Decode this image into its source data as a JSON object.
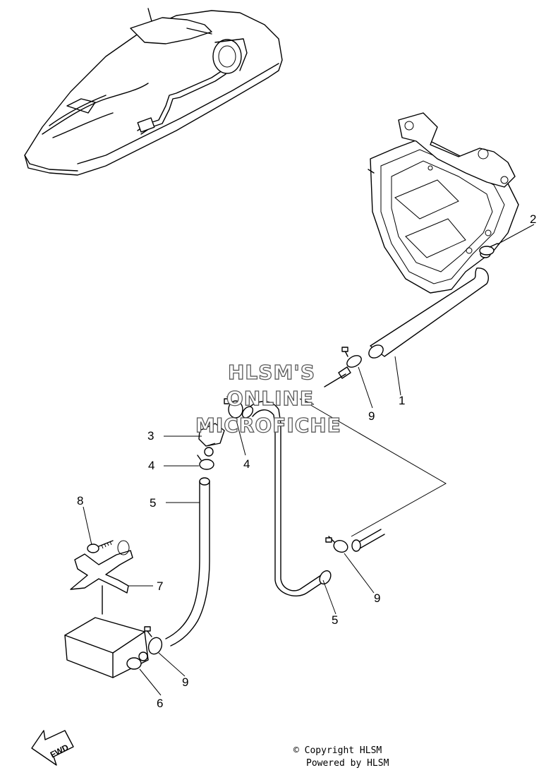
{
  "callouts": [
    {
      "id": "1",
      "label": "1"
    },
    {
      "id": "2",
      "label": "2"
    },
    {
      "id": "3",
      "label": "3"
    },
    {
      "id": "4a",
      "label": "4"
    },
    {
      "id": "4b",
      "label": "4"
    },
    {
      "id": "5a",
      "label": "5"
    },
    {
      "id": "5b",
      "label": "5"
    },
    {
      "id": "6",
      "label": "6"
    },
    {
      "id": "7",
      "label": "7"
    },
    {
      "id": "8",
      "label": "8"
    },
    {
      "id": "9a",
      "label": "9"
    },
    {
      "id": "9b",
      "label": "9"
    },
    {
      "id": "9c",
      "label": "9"
    }
  ],
  "watermark": {
    "line1": "HLSM'S",
    "line2": "ONLINE",
    "line3": "MICROFICHE"
  },
  "footer": {
    "copyright": "© Copyright HLSM",
    "powered": "Powered by HLSM"
  },
  "direction_arrow": {
    "label": "FWD"
  }
}
